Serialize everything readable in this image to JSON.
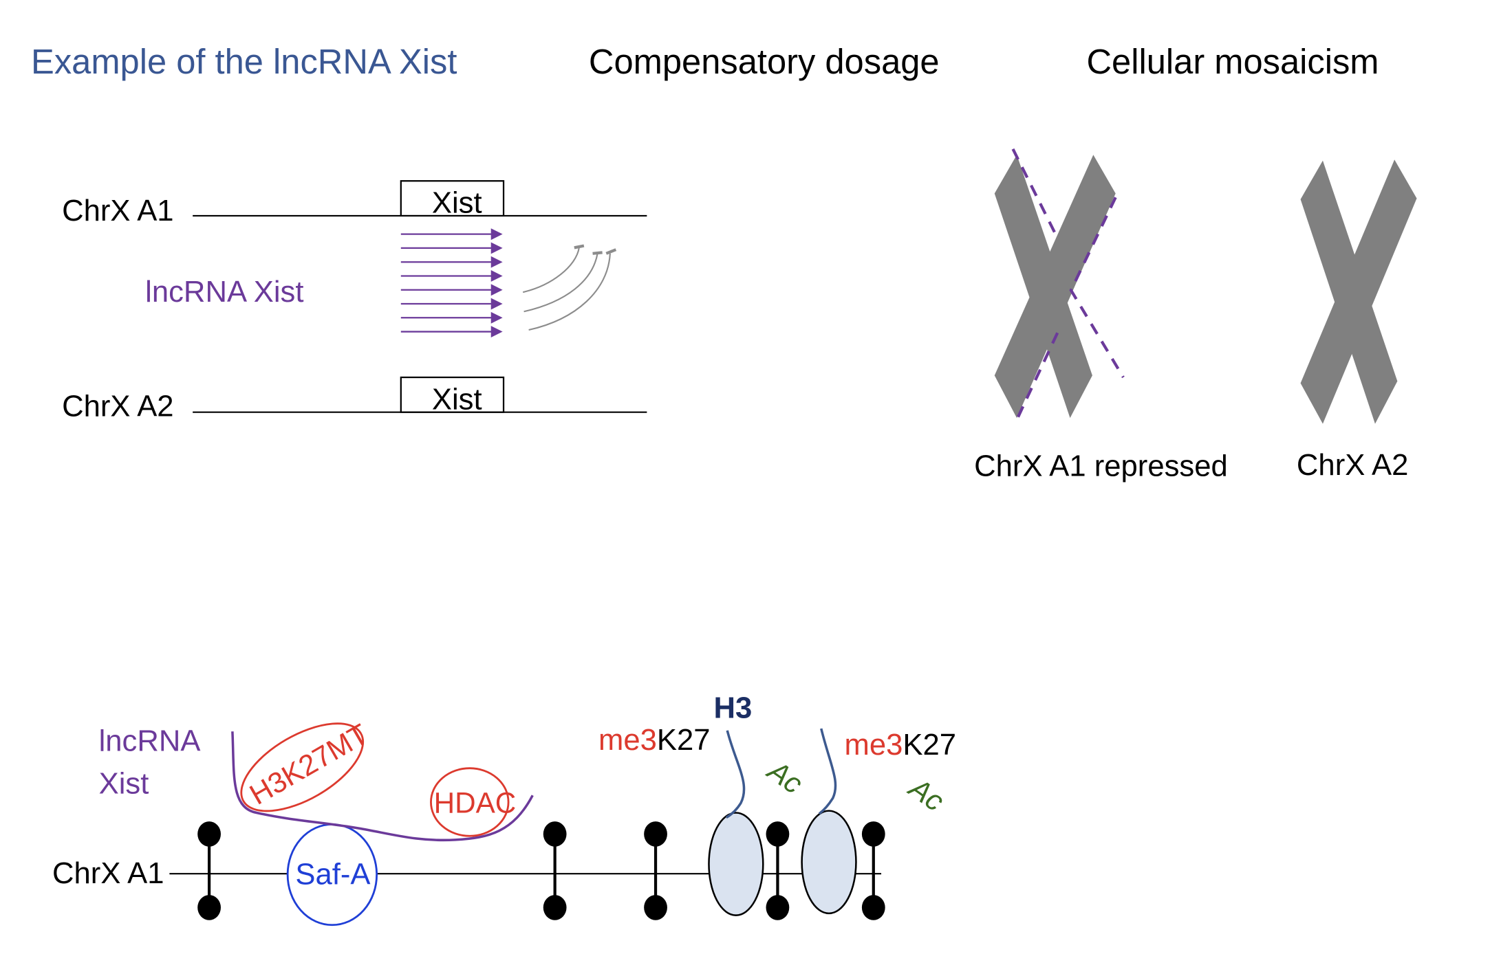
{
  "headings": {
    "example": "Example of the lncRNA Xist",
    "dosage": "Compensatory dosage",
    "mosaicism": "Cellular mosaicism"
  },
  "transcription_panel": {
    "chr_a1_label": "ChrX A1",
    "chr_a2_label": "ChrX A2",
    "gene_a1_label": "Xist",
    "gene_a2_label": "Xist",
    "rna_label": "lncRNA Xist",
    "transcript_arrow_count": 8
  },
  "mosaicism_panel": {
    "repressed_label": "ChrX A1 repressed",
    "active_label": "ChrX A2"
  },
  "chromatin_panel": {
    "chr_label": "ChrX A1",
    "rna_label_line1": "lncRNA",
    "rna_label_line2": "Xist",
    "enzyme_methyltransferase": "H3K27MT",
    "enzyme_deacetylase": "HDAC",
    "anchor_protein": "Saf-A",
    "histone_label": "H3",
    "mark_1_prefix": "me3",
    "mark_1_suffix": "K27",
    "mark_2_prefix": "me3",
    "mark_2_suffix": "K27",
    "acetyl_1": "Ac",
    "acetyl_2": "Ac"
  },
  "colors": {
    "title_blue": "#3a5793",
    "xist_purple": "#6b3a9a",
    "enzyme_red": "#dc3a2e",
    "saf_blue": "#1f3fd6",
    "histone_tail": "#3d5a8f",
    "h3_navy": "#1b2e64",
    "acetyl_green": "#3b6e22",
    "chromosome_gray": "#808080",
    "nucleosome_fill": "#dae3f0"
  }
}
